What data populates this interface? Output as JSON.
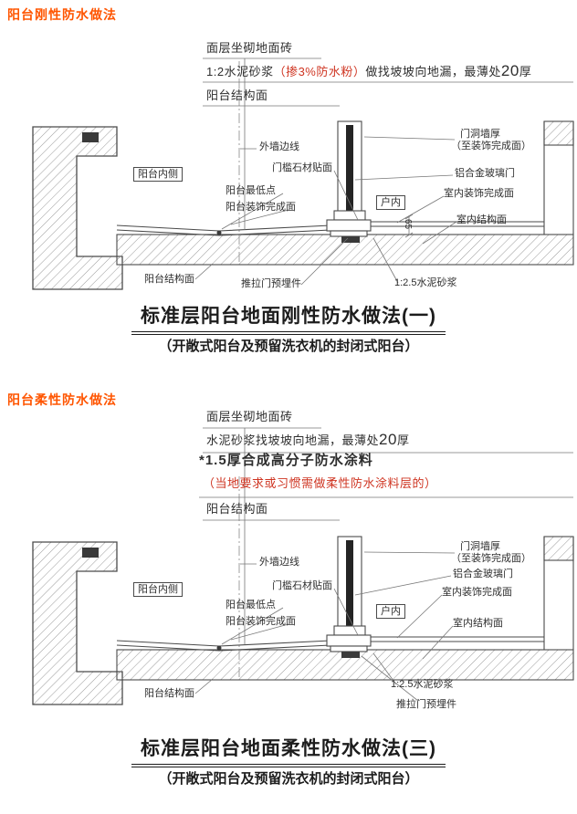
{
  "rigid": {
    "heading": "阳台刚性防水做法",
    "notes": {
      "surface": "面层坐砌地面砖",
      "mortar_prefix": "1:2水泥砂浆",
      "mortar_paren": "（掺3%防水粉）",
      "mortar_mid": "做找坡坡向地漏，最薄处",
      "mortar_num": "20",
      "mortar_unit": "厚",
      "structure": "阳台结构面"
    },
    "labels": {
      "balcony_inside": "阳台内侧",
      "outer_wall_line": "外墙边线",
      "threshold_stone": "门槛石材贴面",
      "lowest_point": "阳台最低点",
      "balcony_finish_face": "阳台装饰完成面",
      "balcony_structure_face": "阳台结构面",
      "sliding_door_embed": "推拉门预埋件",
      "mortar_1_2_5": "1:2.5水泥砂浆",
      "door_opening_wall_thickness": "门洞墙厚",
      "to_decorated_face": "（至装饰完成面）",
      "aluminum_glass_door": "铝合金玻璃门",
      "indoor_finish_face": "室内装饰完成面",
      "indoor_structure_face": "室内结构面",
      "indoor": "户内",
      "dim_65": "65"
    },
    "title": "标准层阳台地面刚性防水做法(一)",
    "subtitle": "（开敞式阳台及预留洗衣机的封闭式阳台）"
  },
  "flexible": {
    "heading": "阳台柔性防水做法",
    "notes": {
      "surface": "面层坐砌地面砖",
      "mortar_prefix": "水泥砂浆找坡坡向地漏，最薄处",
      "mortar_num": "20",
      "mortar_unit": "厚",
      "membrane": "*1.5厚合成高分子防水涂料",
      "membrane_note": "（当地要求或习惯需做柔性防水涂料层的）",
      "structure": "阳台结构面"
    },
    "labels": {
      "balcony_inside": "阳台内侧",
      "outer_wall_line": "外墙边线",
      "threshold_stone": "门槛石材贴面",
      "lowest_point": "阳台最低点",
      "balcony_finish_face": "阳台装饰完成面",
      "balcony_structure_face": "阳台结构面",
      "sliding_door_embed": "推拉门预埋件",
      "mortar_1_2_5": "1:2.5水泥砂浆",
      "door_opening_wall_thickness": "门洞墙厚",
      "to_decorated_face": "（至装饰完成面）",
      "aluminum_glass_door": "铝合金玻璃门",
      "indoor_finish_face": "室内装饰完成面",
      "indoor_structure_face": "室内结构面",
      "indoor": "户内"
    },
    "title": "标准层阳台地面柔性防水做法(三)",
    "subtitle": "（开敞式阳台及预留洗衣机的封闭式阳台）"
  }
}
